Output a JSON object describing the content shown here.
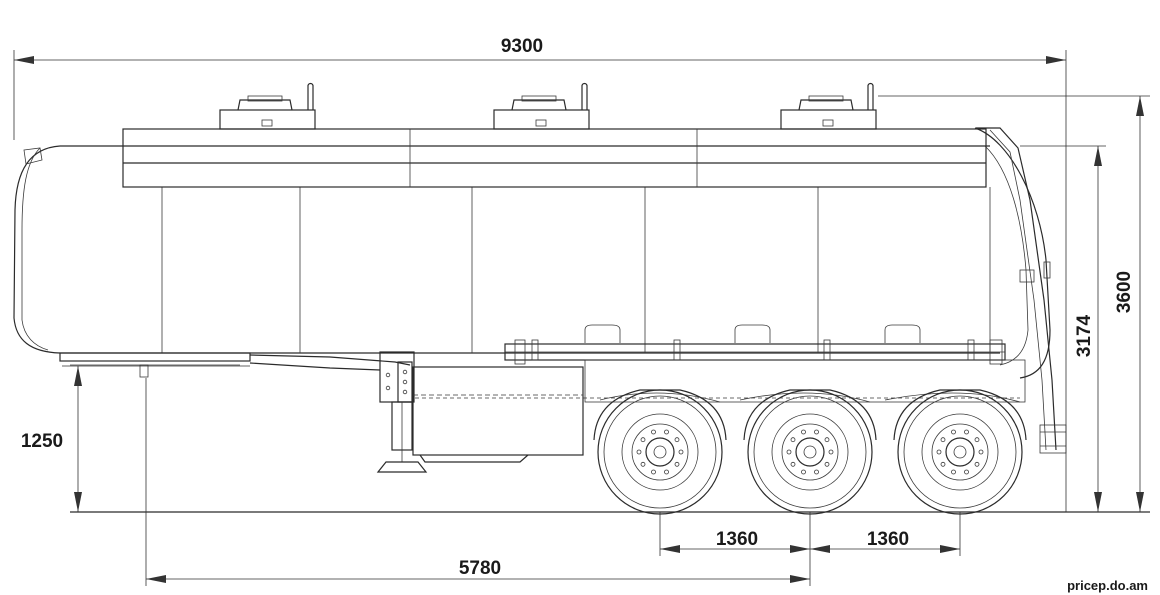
{
  "dimensions": {
    "overall_length": "9300",
    "overall_height": "3600",
    "tank_height": "3174",
    "fifth_wheel_height": "1250",
    "axle_spacing_front": "1360",
    "axle_spacing_rear": "1360",
    "kingpin_to_axle": "5780"
  },
  "watermark": "pricep.do.am"
}
